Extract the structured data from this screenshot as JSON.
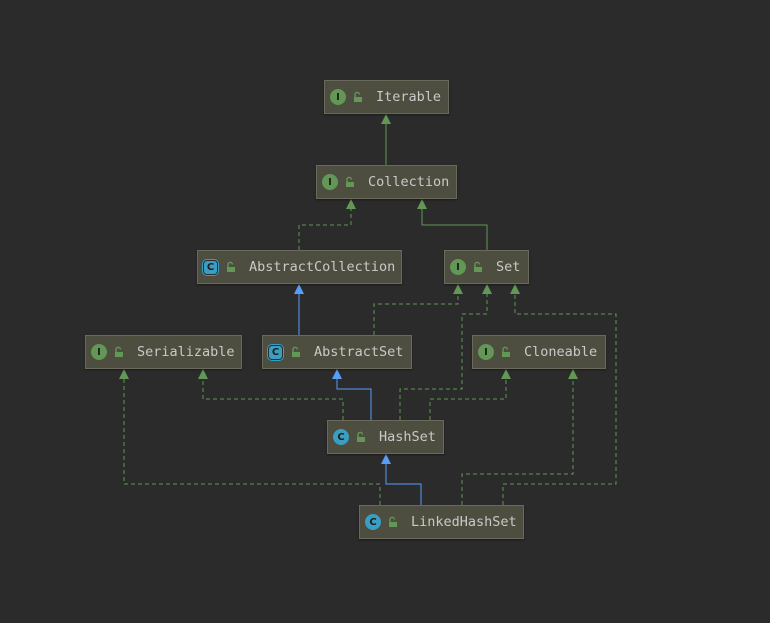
{
  "nodes": [
    {
      "id": "iterable",
      "name": "Iterable",
      "kind": "interface",
      "badge": "I"
    },
    {
      "id": "collection",
      "name": "Collection",
      "kind": "interface",
      "badge": "I"
    },
    {
      "id": "abstractcollection",
      "name": "AbstractCollection",
      "kind": "abstract-class",
      "badge": "C"
    },
    {
      "id": "set",
      "name": "Set",
      "kind": "interface",
      "badge": "I"
    },
    {
      "id": "serializable",
      "name": "Serializable",
      "kind": "interface",
      "badge": "I"
    },
    {
      "id": "abstractset",
      "name": "AbstractSet",
      "kind": "abstract-class",
      "badge": "C"
    },
    {
      "id": "cloneable",
      "name": "Cloneable",
      "kind": "interface",
      "badge": "I"
    },
    {
      "id": "hashset",
      "name": "HashSet",
      "kind": "class",
      "badge": "C"
    },
    {
      "id": "linkedhashset",
      "name": "LinkedHashSet",
      "kind": "class",
      "badge": "C"
    }
  ],
  "edges": [
    {
      "from": "collection",
      "to": "iterable",
      "type": "extends"
    },
    {
      "from": "abstractcollection",
      "to": "collection",
      "type": "implements"
    },
    {
      "from": "set",
      "to": "collection",
      "type": "extends"
    },
    {
      "from": "abstractset",
      "to": "abstractcollection",
      "type": "class-extends"
    },
    {
      "from": "abstractset",
      "to": "set",
      "type": "implements"
    },
    {
      "from": "hashset",
      "to": "abstractset",
      "type": "class-extends"
    },
    {
      "from": "hashset",
      "to": "set",
      "type": "implements"
    },
    {
      "from": "hashset",
      "to": "serializable",
      "type": "implements"
    },
    {
      "from": "hashset",
      "to": "cloneable",
      "type": "implements"
    },
    {
      "from": "linkedhashset",
      "to": "hashset",
      "type": "class-extends"
    },
    {
      "from": "linkedhashset",
      "to": "serializable",
      "type": "implements"
    },
    {
      "from": "linkedhashset",
      "to": "cloneable",
      "type": "implements"
    },
    {
      "from": "linkedhashset",
      "to": "set",
      "type": "implements"
    }
  ],
  "colors": {
    "background": "#2b2b2b",
    "node_fill": "#4d4d40",
    "interface_badge": "#629755",
    "class_badge": "#3a9ec2",
    "edge_green": "#629755",
    "edge_blue": "#589df6",
    "text": "#c9c9c9"
  }
}
